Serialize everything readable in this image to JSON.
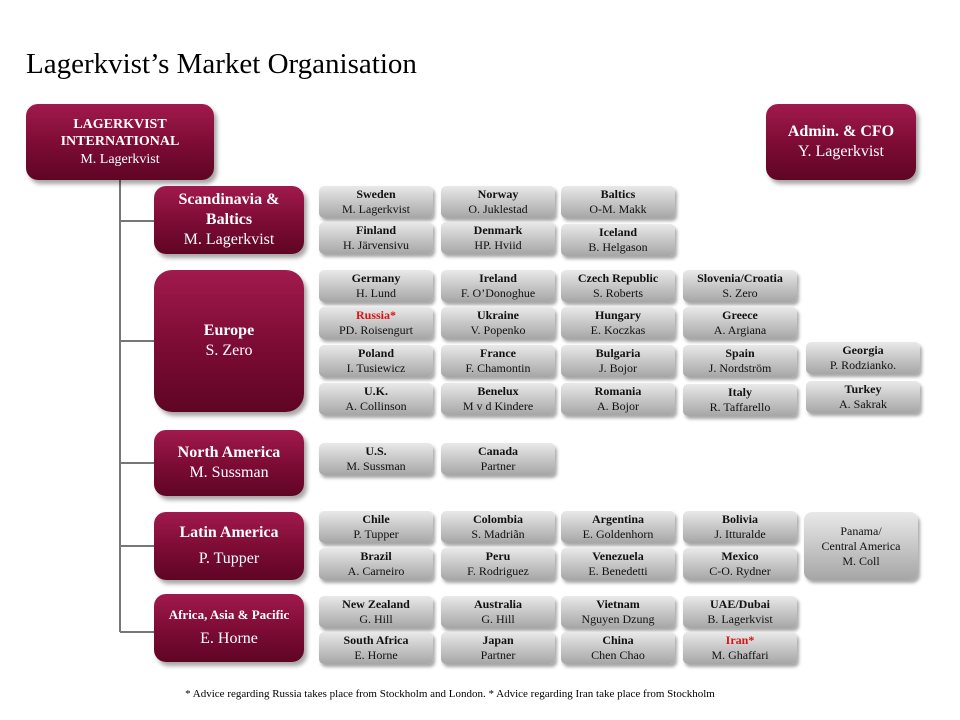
{
  "title": "Lagerkvist’s Market Organisation",
  "hq": {
    "line1": "LAGERKVIST",
    "line2": "INTERNATIONAL",
    "person": "M. Lagerkvist"
  },
  "admin": {
    "title": "Admin. & CFO",
    "person": "Y. Lagerkvist"
  },
  "regions": {
    "scandinavia": {
      "line1": "Scandinavia &",
      "line2": "Baltics",
      "person": "M. Lagerkvist"
    },
    "europe": {
      "title": "Europe",
      "person": "S. Zero"
    },
    "north_america": {
      "title": "North America",
      "person": "M. Sussman"
    },
    "latin_america": {
      "title": "Latin America",
      "person": "P. Tupper"
    },
    "africa_asia": {
      "title": "Africa, Asia & Pacific",
      "person": "E. Horne"
    }
  },
  "countries": {
    "sweden": {
      "country": "Sweden",
      "person": "M. Lagerkvist"
    },
    "norway": {
      "country": "Norway",
      "person": "O. Juklestad"
    },
    "baltics": {
      "country": "Baltics",
      "person": "O-M. Makk"
    },
    "finland": {
      "country": "Finland",
      "person": "H. Järvensivu"
    },
    "denmark": {
      "country": "Denmark",
      "person": "HP. Hviid"
    },
    "iceland": {
      "country": "Iceland",
      "person": "B. Helgason"
    },
    "germany": {
      "country": "Germany",
      "person": "H. Lund"
    },
    "ireland": {
      "country": "Ireland",
      "person": "F. O’Donoghue"
    },
    "czech": {
      "country": "Czech Republic",
      "person": "S. Roberts"
    },
    "slovenia": {
      "country": "Slovenia/Croatia",
      "person": "S. Zero"
    },
    "russia": {
      "country": "Russia*",
      "person": "PD. Roisengurt"
    },
    "ukraine": {
      "country": "Ukraine",
      "person": "V. Popenko"
    },
    "hungary": {
      "country": "Hungary",
      "person": "E. Koczkas"
    },
    "greece": {
      "country": "Greece",
      "person": "A. Argiana"
    },
    "poland": {
      "country": "Poland",
      "person": "I. Tusiewicz"
    },
    "france": {
      "country": "France",
      "person": "F. Chamontin"
    },
    "bulgaria": {
      "country": "Bulgaria",
      "person": "J. Bojor"
    },
    "spain": {
      "country": "Spain",
      "person": "J. Nordström"
    },
    "georgia": {
      "country": "Georgia",
      "person": "P. Rodzianko."
    },
    "uk": {
      "country": "U.K.",
      "person": "A. Collinson"
    },
    "benelux": {
      "country": "Benelux",
      "person": "M v d Kindere"
    },
    "romania": {
      "country": "Romania",
      "person": "A. Bojor"
    },
    "italy": {
      "country": "Italy",
      "person": "R. Taffarello"
    },
    "turkey": {
      "country": "Turkey",
      "person": "A. Sakrak"
    },
    "us": {
      "country": "U.S.",
      "person": "M. Sussman"
    },
    "canada": {
      "country": "Canada",
      "person": "Partner"
    },
    "chile": {
      "country": "Chile",
      "person": "P. Tupper"
    },
    "colombia": {
      "country": "Colombia",
      "person": "S. Madriãn"
    },
    "argentina": {
      "country": "Argentina",
      "person": "E. Goldenhorn"
    },
    "bolivia": {
      "country": "Bolivia",
      "person": "J. Itturalde"
    },
    "panama": {
      "line1": "Panama/",
      "line2": "Central America",
      "person": "M. Coll"
    },
    "brazil": {
      "country": "Brazil",
      "person": "A. Carneiro"
    },
    "peru": {
      "country": "Peru",
      "person": "F. Rodriguez"
    },
    "venezuela": {
      "country": "Venezuela",
      "person": "E. Benedetti"
    },
    "mexico": {
      "country": "Mexico",
      "person": "C-O. Rydner"
    },
    "new_zealand": {
      "country": "New Zealand",
      "person": "G. Hill"
    },
    "australia": {
      "country": "Australia",
      "person": "G. Hill"
    },
    "vietnam": {
      "country": "Vietnam",
      "person": "Nguyen Dzung"
    },
    "uae": {
      "country": "UAE/Dubai",
      "person": "B. Lagerkvist"
    },
    "south_africa": {
      "country": "South Africa",
      "person": "E. Horne"
    },
    "japan": {
      "country": "Japan",
      "person": "Partner"
    },
    "china": {
      "country": "China",
      "person": "Chen Chao"
    },
    "iran": {
      "country": "Iran*",
      "person": "M. Ghaffari"
    }
  },
  "colors": {
    "maroon": "#7b0b33",
    "highlight_red": "#d81414"
  },
  "footnote": "* Advice regarding Russia takes place from Stockholm and London. * Advice regarding Iran take place from Stockholm"
}
